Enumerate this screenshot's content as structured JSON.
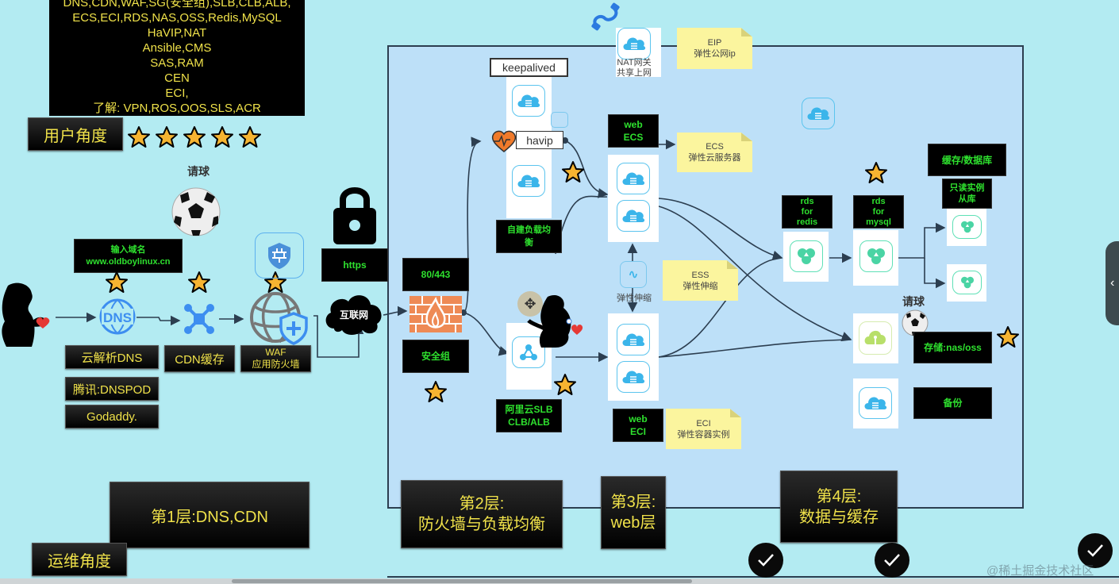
{
  "top_panel": {
    "lines": [
      "DNS,CDN,WAF,SG(安全组),SLB,CLB,ALB,",
      "ECS,ECI,RDS,NAS,OSS,Redis,MySQL",
      "HaVIP,NAT",
      "Ansible,CMS",
      "SAS,RAM",
      "CEN",
      "ECI,",
      "了解: VPN,ROS,OOS,SLS,ACR"
    ]
  },
  "user_perspective": {
    "label": "用户角度",
    "rating": 5,
    "rating_max": 5
  },
  "ops_perspective": {
    "label": "运维角度"
  },
  "layer1": {
    "title": "第1层:DNS,CDN",
    "ball_label": "请球",
    "domain_box": {
      "line1": "输入域名",
      "line2": "www.oldboylinux.cn"
    },
    "dns_label": "云解析DNS",
    "dns_providers": [
      "腾讯:DNSPOD",
      "Godaddy."
    ],
    "cdn_label": "CDN缓存",
    "waf_label_1": "WAF",
    "waf_label_2": "应用防火墙",
    "https_label": "https",
    "internet_label": "互联网"
  },
  "layer2": {
    "title_1": "第2层:",
    "title_2": "防火墙与负载均衡",
    "port_label": "80/443",
    "sg_label": "安全组",
    "keepalived_label": "keepalived",
    "havip_label": "havip",
    "self_lb_label": "自建负载均衡",
    "slb_label_1": "阿里云SLB",
    "slb_label_2": "CLB/ALB"
  },
  "layer3": {
    "title_1": "第3层:",
    "title_2": "web层",
    "nat_label_1": "NAT网关",
    "nat_label_2": "共享上网",
    "web_ecs_1": "web",
    "web_ecs_2": "ECS",
    "web_eci_1": "web",
    "web_eci_2": "ECI",
    "ess_icon_label": "弹性伸缩",
    "notes": {
      "eip": {
        "title": "EIP",
        "desc": "弹性公网ip"
      },
      "ecs": {
        "title": "ECS",
        "desc": "弹性云服务器"
      },
      "ess": {
        "title": "ESS",
        "desc": "弹性伸缩"
      },
      "eci": {
        "title": "ECI",
        "desc": "弹性容器实例"
      }
    }
  },
  "layer4": {
    "title_1": "第4层:",
    "title_2": "数据与缓存",
    "redis_label": [
      "rds",
      "for",
      "redis"
    ],
    "mysql_label": [
      "rds",
      "for",
      "mysql"
    ],
    "cache_db_label": "缓存/数据库",
    "readonly_label_1": "只读实例",
    "readonly_label_2": "从库",
    "ball_label": "请球",
    "storage_label": "存储:nas/oss",
    "backup_label": "备份"
  },
  "watermark": "@稀土掘金技术社区",
  "accent_colors": {
    "green_text": "#2ee02e",
    "yellow_text": "#f0e24a",
    "star": "#f6b431",
    "note": "#fbf59e"
  }
}
